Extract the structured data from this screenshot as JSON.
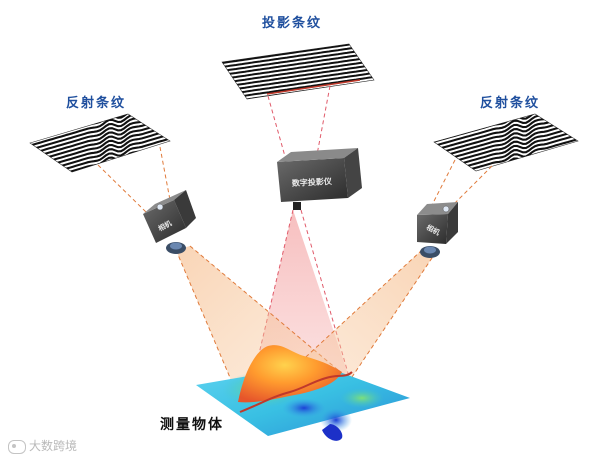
{
  "labels": {
    "projected_fringe": "投影条纹",
    "reflected_fringe_left": "反射条纹",
    "reflected_fringe_right": "反射条纹",
    "projector": "数字投影仪",
    "camera_left": "相机",
    "camera_right": "相机",
    "object": "测量物体"
  },
  "watermark": "大数跨境",
  "colors": {
    "label_blue": "#1f4f9e",
    "dashed_guide": "#e07a3a",
    "projector_beam": "#f4a6a6",
    "camera_beam": "#f6c79a",
    "profile_line": "#c0392b"
  }
}
